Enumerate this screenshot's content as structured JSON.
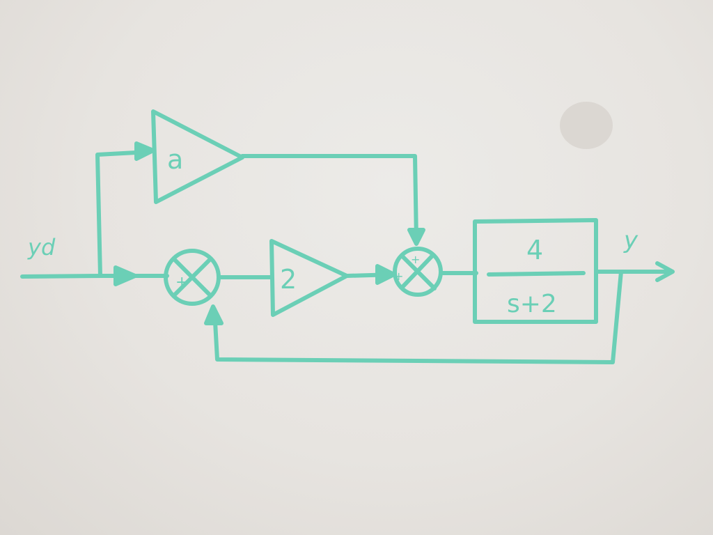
{
  "colors": {
    "marker": "#6bcfb6",
    "board": "#e6e3df"
  },
  "labels": {
    "input": "yd",
    "output": "y"
  },
  "blocks": {
    "feedforward_gain": "a",
    "controller_gain": "2",
    "plant_numerator": "4",
    "plant_denominator": "s+2"
  },
  "summing_junctions": {
    "error": {
      "top_sign": "+",
      "bottom_sign": "-"
    },
    "sum": {
      "left_sign": "+",
      "top_sign": "+"
    }
  }
}
